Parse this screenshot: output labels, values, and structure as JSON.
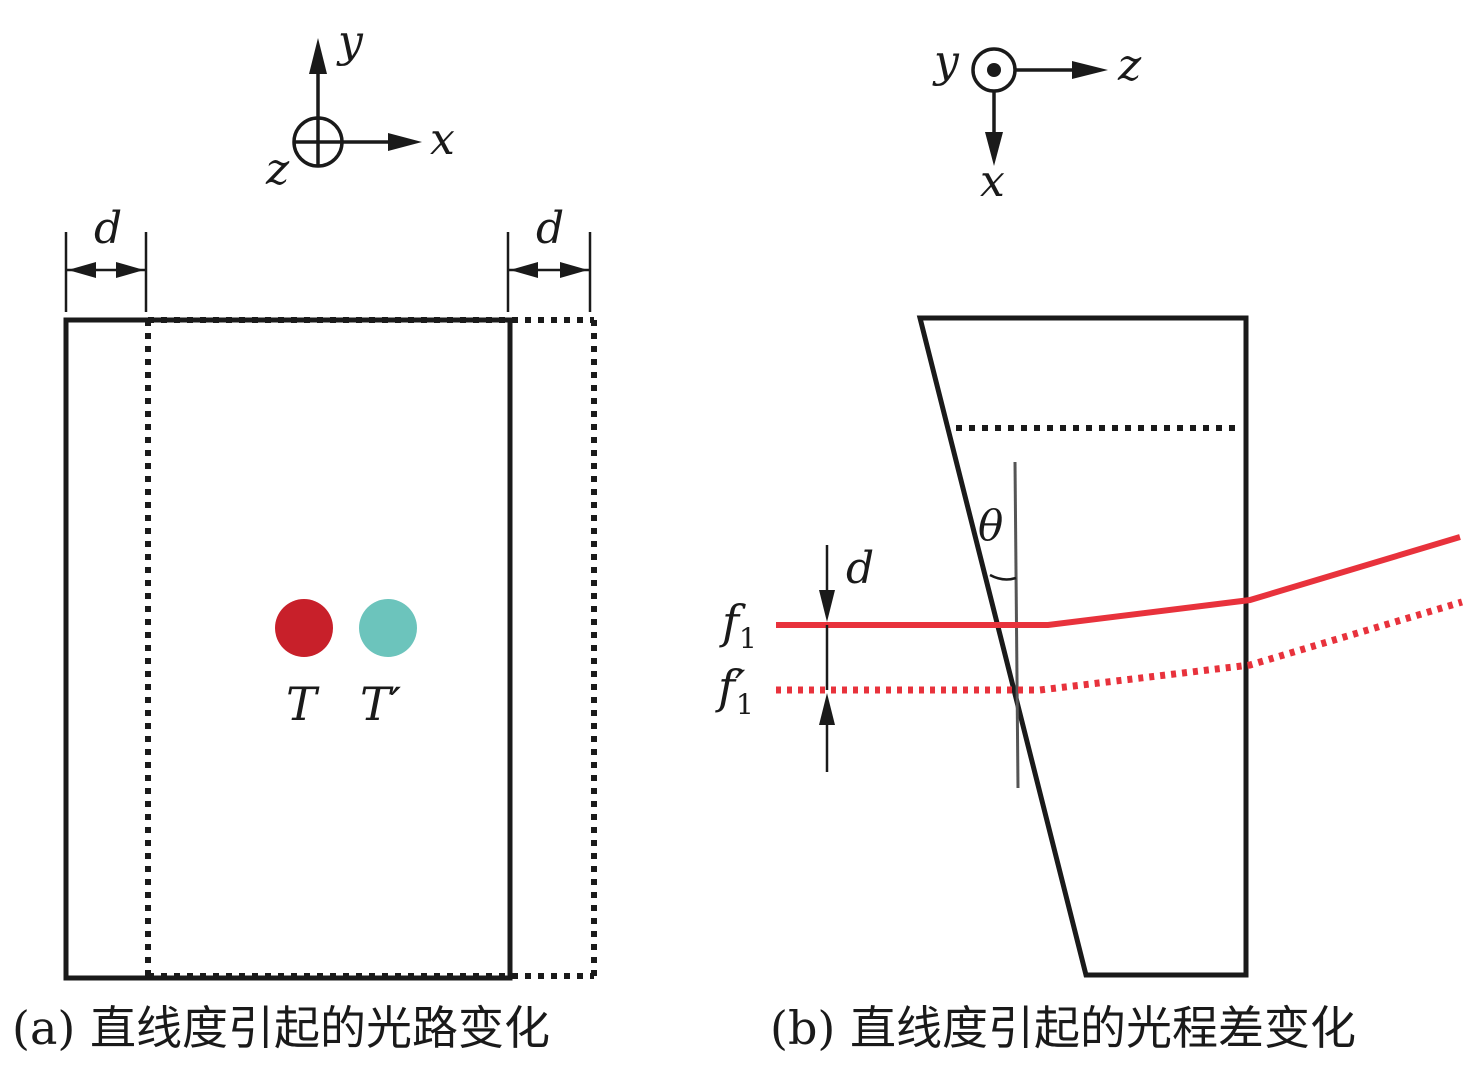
{
  "panel_a": {
    "axes": {
      "y": "y",
      "x": "x",
      "z": "z"
    },
    "dim_left": "d",
    "dim_right": "d",
    "target_label": "T",
    "target_moved_label": "T′",
    "target_color": "#c8202a",
    "target_moved_color": "#6cc4bc",
    "caption": "(a) 直线度引起的光路变化"
  },
  "panel_b": {
    "axes": {
      "y": "y",
      "z": "z",
      "x": "x"
    },
    "angle_label": "θ",
    "dim_label": "d",
    "beam_label": {
      "base": "f",
      "sub": "1",
      "prime": ""
    },
    "beam_moved_label": {
      "base": "f",
      "sub": "1",
      "prime": "′"
    },
    "beam_color": "#e8323c",
    "caption": "(b) 直线度引起的光程差变化"
  }
}
